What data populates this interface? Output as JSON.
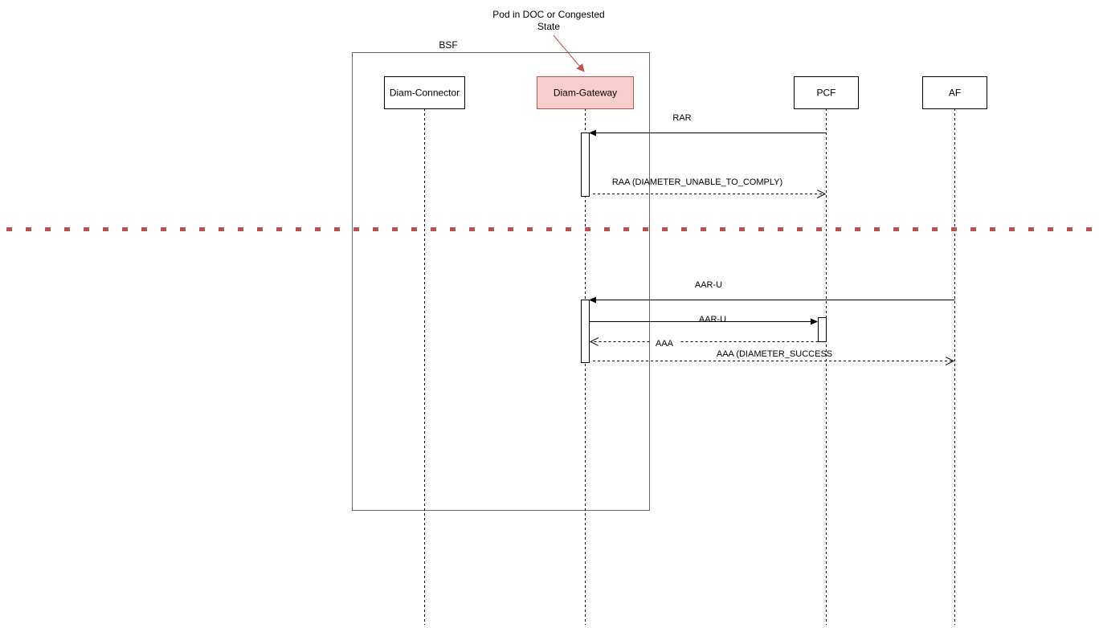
{
  "annotation": {
    "line1": "Pod in DOC or Congested",
    "line2": "State"
  },
  "group": {
    "label": "BSF"
  },
  "participants": {
    "diam_connector": "Diam-Connector",
    "diam_gateway": "Diam-Gateway",
    "pcf": "PCF",
    "af": "AF"
  },
  "messages": {
    "rar": "RAR",
    "raa": "RAA  (DIAMETER_UNABLE_TO_COMPLY)",
    "aar_u_in": "AAR-U",
    "aar_u_out": "AAR-U",
    "aaa": "AAA",
    "aaa_success": "AAA  (DIAMETER_SUCCESS"
  },
  "colors": {
    "highlight_fill": "#f8cecc",
    "highlight_stroke": "#b85450",
    "separator": "#b85450",
    "line": "#000000",
    "group_border": "#666666"
  }
}
